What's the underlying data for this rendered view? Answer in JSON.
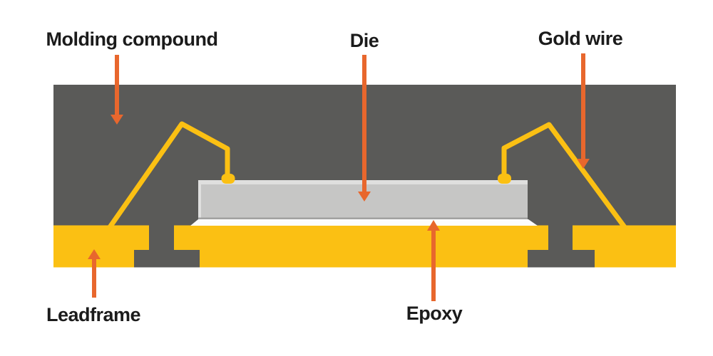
{
  "labels": {
    "molding_compound": "Molding compound",
    "die": "Die",
    "gold_wire": "Gold wire",
    "leadframe": "Leadframe",
    "epoxy": "Epoxy"
  },
  "colors": {
    "background": "#FFFFFF",
    "molding": "#5A5A58",
    "gold": "#FBC013",
    "die": "#C6C6C5",
    "die_highlight": "#DFDFDE",
    "die_shadow": "#A2A2A1",
    "epoxy": "#FCFCFC",
    "arrow": "#E8672D",
    "text": "#1B1B1B"
  }
}
